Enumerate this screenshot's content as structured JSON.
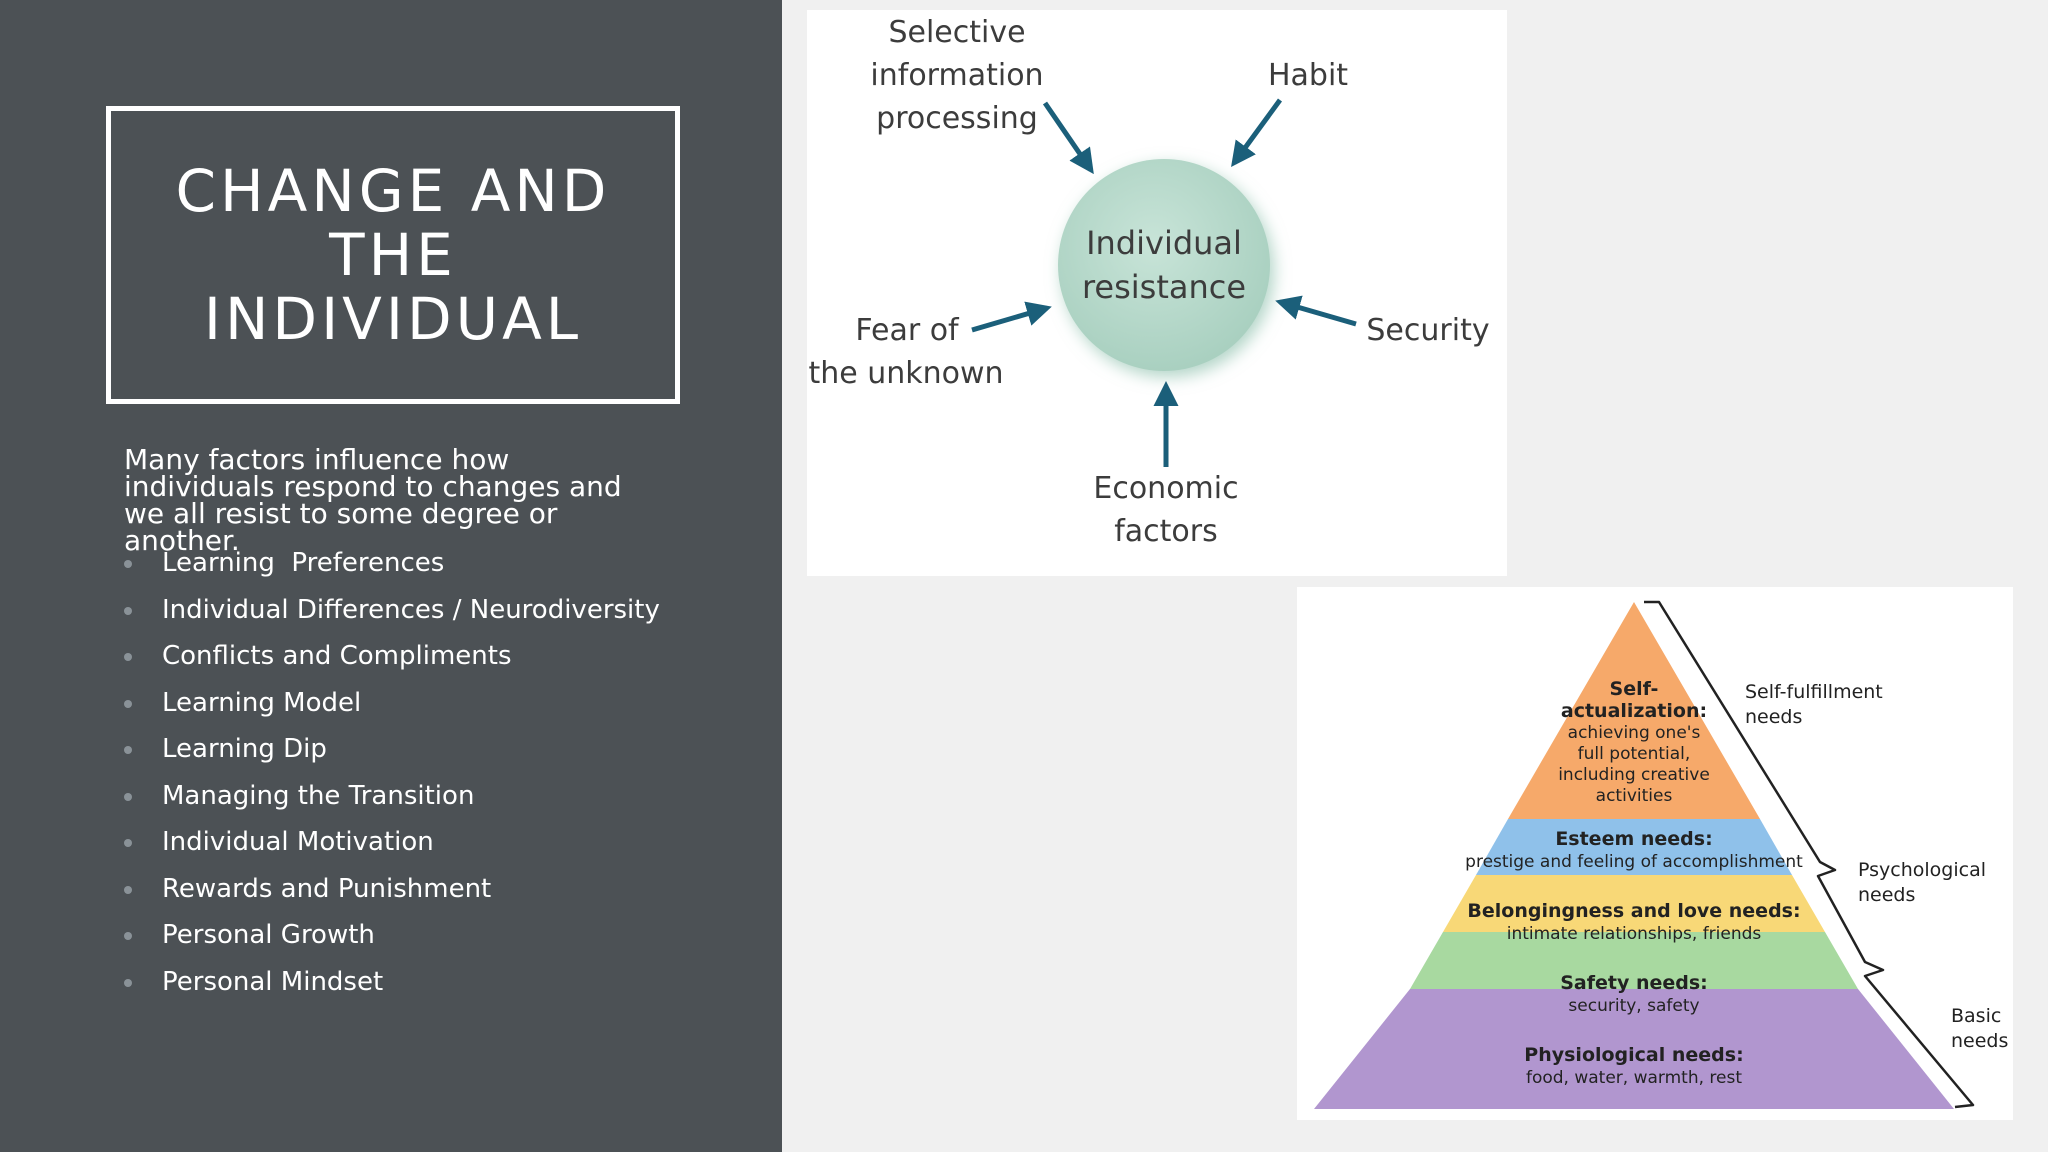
{
  "slide": {
    "title": "CHANGE AND THE INDIVIDUAL",
    "intro": "Many factors influence how individuals respond to changes and we all resist to some degree or another.",
    "bullets": [
      "Learning  Preferences",
      "Individual Differences / Neurodiversity",
      "Conflicts and Compliments",
      "Learning Model",
      "Learning Dip",
      "Managing the Transition",
      "Individual Motivation",
      "Rewards and Punishment",
      "Personal Growth",
      "Personal Mindset"
    ]
  },
  "resistance_diagram": {
    "center": [
      "Individual",
      "resistance"
    ],
    "factors": {
      "selective": [
        "Selective",
        "information",
        "processing"
      ],
      "habit": [
        "Habit"
      ],
      "fear": [
        "Fear of",
        "the unknown"
      ],
      "security": [
        "Security"
      ],
      "economic": [
        "Economic",
        "factors"
      ]
    },
    "colors": {
      "circle": "#b7d9cc",
      "arrow": "#1b5f7a"
    }
  },
  "maslow": {
    "levels": [
      {
        "title": "Self-",
        "title2": "actualization:",
        "lines": [
          "achieving one's",
          "full potential,",
          "including creative",
          "activities"
        ],
        "color": "#f6a96a"
      },
      {
        "title": "Esteem needs:",
        "lines": [
          "prestige and feeling of accomplishment"
        ],
        "color": "#8fc1ea"
      },
      {
        "title": "Belongingness and love needs:",
        "lines": [
          "intimate relationships, friends"
        ],
        "color": "#f8d877"
      },
      {
        "title": "Safety needs:",
        "lines": [
          "security, safety"
        ],
        "color": "#a8d9a0"
      },
      {
        "title": "Physiological needs:",
        "lines": [
          "food, water, warmth, rest"
        ],
        "color": "#b196cf"
      }
    ],
    "groups": [
      [
        "Self-fulfillment",
        "needs"
      ],
      [
        "Psychological",
        "needs"
      ],
      [
        "Basic",
        "needs"
      ]
    ]
  }
}
